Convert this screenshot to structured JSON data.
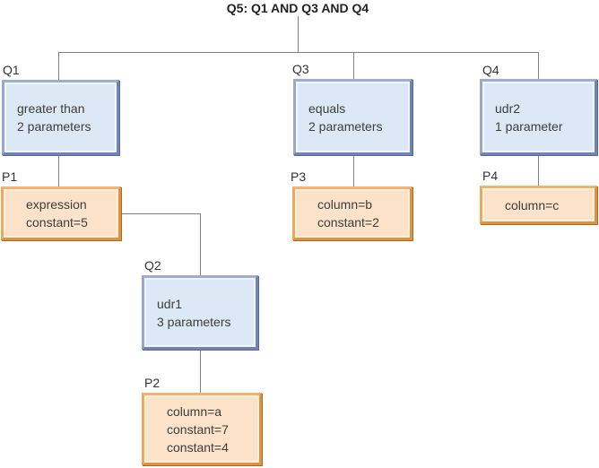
{
  "title": "Q5: Q1 AND Q3 AND Q4",
  "nodes": {
    "q1": {
      "label": "Q1",
      "lines": [
        "greater than",
        "2 parameters"
      ]
    },
    "p1": {
      "label": "P1",
      "lines": [
        "expression",
        "constant=5"
      ]
    },
    "q2": {
      "label": "Q2",
      "lines": [
        "udr1",
        "3 parameters"
      ]
    },
    "p2": {
      "label": "P2",
      "lines": [
        "column=a",
        "constant=7",
        "constant=4"
      ]
    },
    "q3": {
      "label": "Q3",
      "lines": [
        "equals",
        "2 parameters"
      ]
    },
    "p3": {
      "label": "P3",
      "lines": [
        "column=b",
        "constant=2"
      ]
    },
    "q4": {
      "label": "Q4",
      "lines": [
        "udr2",
        "1 parameter"
      ]
    },
    "p4": {
      "label": "P4",
      "lines": [
        "column=c"
      ]
    }
  },
  "colors": {
    "query_box_fill": "#dce8f5",
    "query_box_border": "#7183b8",
    "param_box_fill": "#fbe2c8",
    "param_box_border": "#e2923f",
    "connector_line": "#808080",
    "text": "#3d3d3d"
  }
}
